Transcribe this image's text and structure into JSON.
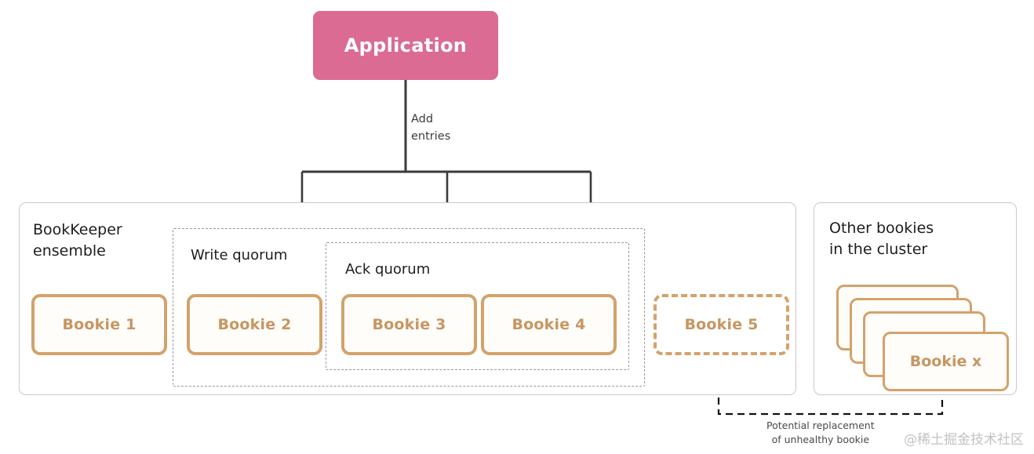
{
  "diagram": {
    "title": "BookKeeper ensemble write path",
    "colors": {
      "application_fill": "#db6b93",
      "application_text": "#ffffff",
      "bookie_border": "#d3a26a",
      "bookie_text": "#c79660",
      "panel_border": "#c9c9c9",
      "quorum_border": "#9a9a9a",
      "arrow": "#2b2b2b"
    }
  },
  "application": {
    "label": "Application"
  },
  "edges": {
    "add_entries_label": "Add\nentries",
    "replacement_caption": "Potential  replacement\nof unhealthy bookie"
  },
  "ensemble": {
    "title": "BookKeeper\nensemble",
    "bookies": [
      {
        "label": "Bookie 1",
        "state": "solid"
      },
      {
        "label": "Bookie 2",
        "state": "solid"
      },
      {
        "label": "Bookie 3",
        "state": "solid"
      },
      {
        "label": "Bookie 4",
        "state": "solid"
      },
      {
        "label": "Bookie 5",
        "state": "dashed"
      }
    ]
  },
  "write_quorum": {
    "title": "Write quorum"
  },
  "ack_quorum": {
    "title": "Ack quorum"
  },
  "other_bookies": {
    "title": "Other bookies\nin the cluster",
    "front_card_label": "Bookie x",
    "stack_count": 4
  },
  "watermark": {
    "text": "@稀土掘金技术社区"
  }
}
